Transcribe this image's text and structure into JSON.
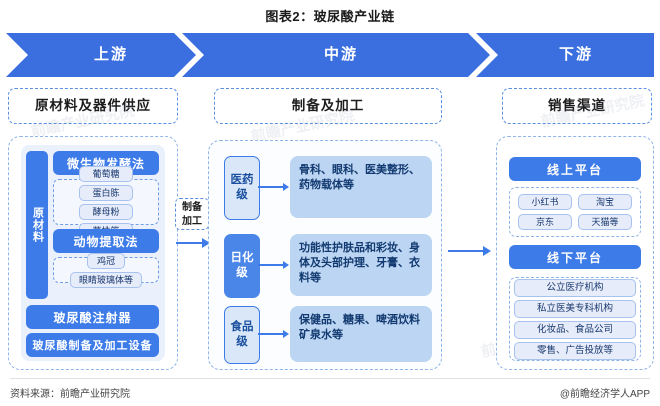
{
  "title": "图表2：玻尿酸产业链",
  "banner": {
    "upstream": "上游",
    "midstream": "中游",
    "downstream": "下游"
  },
  "sections": {
    "left_header": "原材料及器件供应",
    "mid_header": "制备及加工",
    "right_header": "销售渠道"
  },
  "upstream": {
    "vertical_label": "原材料",
    "fermentation": "微生物发酵法",
    "fermentation_items": [
      "葡萄糖",
      "蛋白胨",
      "酵母粉",
      "菌株等"
    ],
    "animal": "动物提取法",
    "animal_items": [
      "鸡冠",
      "眼睛玻璃体等"
    ],
    "injector": "玻尿酸注射器",
    "equipment": "玻尿酸制备及加工设备"
  },
  "connector": {
    "label_line1": "制备",
    "label_line2": "加工"
  },
  "midstream": {
    "rows": [
      {
        "grade": "医药级",
        "desc": "骨科、眼科、医美整形、药物载体等",
        "style": "light"
      },
      {
        "grade": "日化级",
        "desc": "功能性护肤品和彩妆、身体及头部护理、牙膏、衣料等",
        "style": "dark"
      },
      {
        "grade": "食品级",
        "desc": "保健品、糖果、啤酒饮料矿泉水等",
        "style": "light"
      }
    ]
  },
  "downstream": {
    "online": "线上平台",
    "online_items": [
      "小红书",
      "淘宝",
      "京东",
      "天猫等"
    ],
    "offline": "线下平台",
    "offline_items": [
      "公立医疗机构",
      "私立医美专科机构",
      "化妆品、食品公司",
      "零售、广告投放等"
    ]
  },
  "footer": {
    "source": "资料来源：前瞻产业研究院",
    "brand": "@前瞻经济学人APP"
  },
  "watermark": "前瞻产业研究院",
  "colors": {
    "accent_blue": "#3d7be8",
    "banner_blue": "#3b6fe0",
    "desc_blue": "#bcd5f3",
    "panel_tint": "#eaf1fd"
  }
}
